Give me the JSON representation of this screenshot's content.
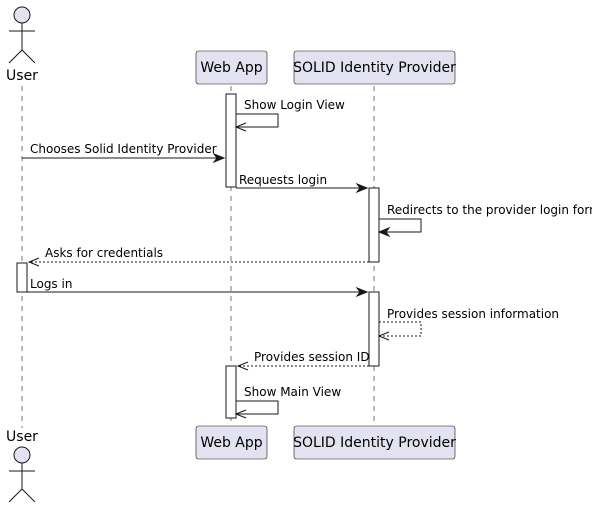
{
  "colors": {
    "participant_fill": "#E2E2F0",
    "participant_border": "#181818",
    "lifeline": "#181818",
    "activation_fill": "#ffffff",
    "arrow": "#181818"
  },
  "participants": [
    {
      "id": "user",
      "label": "User",
      "kind": "actor"
    },
    {
      "id": "webapp",
      "label": "Web App",
      "kind": "participant"
    },
    {
      "id": "idp",
      "label": "SOLID Identity Provider",
      "kind": "participant"
    }
  ],
  "messages": [
    {
      "from": "webapp",
      "to": "webapp",
      "label": "Show Login View",
      "style": "solid"
    },
    {
      "from": "user",
      "to": "webapp",
      "label": "Chooses Solid Identity Provider",
      "style": "solid"
    },
    {
      "from": "webapp",
      "to": "idp",
      "label": "Requests login",
      "style": "solid"
    },
    {
      "from": "idp",
      "to": "idp",
      "label": "Redirects to the provider login form",
      "style": "solid"
    },
    {
      "from": "idp",
      "to": "user",
      "label": "Asks for credentials",
      "style": "dashed"
    },
    {
      "from": "user",
      "to": "idp",
      "label": "Logs in",
      "style": "solid"
    },
    {
      "from": "idp",
      "to": "idp",
      "label": "Provides session information",
      "style": "dashed"
    },
    {
      "from": "idp",
      "to": "webapp",
      "label": "Provides session ID",
      "style": "dashed"
    },
    {
      "from": "webapp",
      "to": "webapp",
      "label": "Show Main View",
      "style": "solid"
    }
  ]
}
